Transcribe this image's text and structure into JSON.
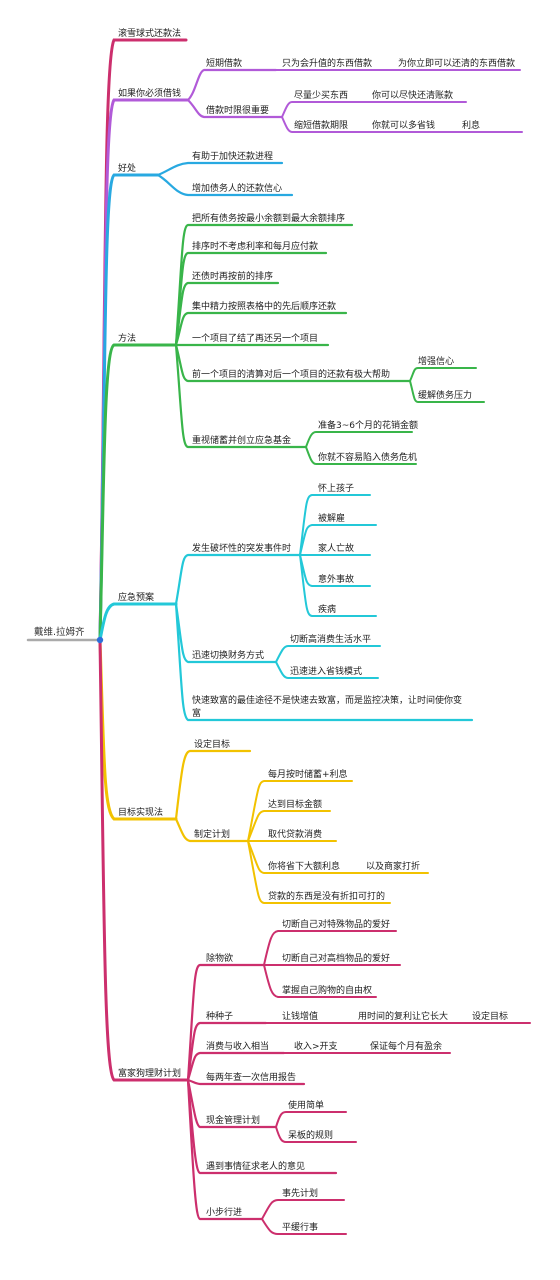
{
  "colors": {
    "root": "#aaaaaa",
    "magenta": "#cc2f6d",
    "purple": "#b15ad8",
    "blue": "#28a9e1",
    "green": "#39b54a",
    "cyan": "#23c8d8",
    "yellow": "#f2c200",
    "center_dot": "#2d6fd9"
  },
  "root": {
    "text": "戴维.拉姆齐"
  },
  "branches": {
    "b1": {
      "text": "滚雪球式还款法"
    },
    "b2": {
      "text": "如果你必须借钱",
      "c1": {
        "text": "短期借款",
        "c1": {
          "text": "只为会升值的东西借款",
          "c1": {
            "text": "为你立即可以还清的东西借款"
          }
        }
      },
      "c2": {
        "text": "借款时限很重要",
        "c1": {
          "text": "尽量少买东西",
          "c1": {
            "text": "你可以尽快还清账款"
          }
        },
        "c2": {
          "text": "缩短借款期限",
          "c1": {
            "text": "你就可以多省钱",
            "c1": {
              "text": "利息"
            }
          }
        }
      }
    },
    "b3": {
      "text": "好处",
      "c1": {
        "text": "有助于加快还款进程"
      },
      "c2": {
        "text": "增加债务人的还款信心"
      }
    },
    "b4": {
      "text": "方法",
      "c1": {
        "text": "把所有债务按最小余额到最大余额排序"
      },
      "c2": {
        "text": "排序时不考虑利率和每月应付款"
      },
      "c3": {
        "text": "还债时再按前的排序"
      },
      "c4": {
        "text": "集中精力按照表格中的先后顺序还款"
      },
      "c5": {
        "text": "一个项目了结了再还另一个项目"
      },
      "c6": {
        "text": "前一个项目的清算对后一个项目的还款有极大帮助",
        "c1": {
          "text": "增强信心"
        },
        "c2": {
          "text": "缓解债务压力"
        }
      },
      "c7": {
        "text": "重视储蓄并创立应急基金",
        "c1": {
          "text": "准备3~6个月的花销金额"
        },
        "c2": {
          "text": "你就不容易陷入债务危机"
        }
      }
    },
    "b5": {
      "text": "应急预案",
      "c1": {
        "text": "发生破坏性的突发事件时",
        "c1": {
          "text": "怀上孩子"
        },
        "c2": {
          "text": "被解雇"
        },
        "c3": {
          "text": "家人亡故"
        },
        "c4": {
          "text": "意外事故"
        },
        "c5": {
          "text": "疾病"
        }
      },
      "c2": {
        "text": "迅速切换财务方式",
        "c1": {
          "text": "切断高消费生活水平"
        },
        "c2": {
          "text": "迅速进入省钱模式"
        }
      },
      "c3": {
        "line1": "快速致富的最佳途径不是快速去致富，而是监控决策，让时间使你变",
        "line2": "富"
      }
    },
    "b6": {
      "text": "目标实现法",
      "c1": {
        "text": "设定目标"
      },
      "c2": {
        "text": "制定计划",
        "c1": {
          "text": "每月按时储蓄+利息"
        },
        "c2": {
          "text": "达到目标金额"
        },
        "c3": {
          "text": "取代贷款消费"
        },
        "c4": {
          "text": "你将省下大额利息",
          "c1": {
            "text": "以及商家打折"
          }
        },
        "c5": {
          "text": "贷款的东西是没有折扣可打的"
        }
      }
    },
    "b7": {
      "text": "富家狗理财计划",
      "c1": {
        "text": "除物欲",
        "c1": {
          "text": "切断自己对特殊物品的爱好"
        },
        "c2": {
          "text": "切断自己对高档物品的爱好"
        },
        "c3": {
          "text": "掌握自己购物的自由权"
        }
      },
      "c2": {
        "text": "种种子",
        "c1": {
          "text": "让钱增值",
          "c1": {
            "text": "用时间的复利让它长大",
            "c1": {
              "text": "设定目标"
            }
          }
        }
      },
      "c3": {
        "text": "消费与收入相当",
        "c1": {
          "text": "收入>开支",
          "c1": {
            "text": "保证每个月有盈余"
          }
        }
      },
      "c4": {
        "text": "每两年查一次信用报告"
      },
      "c5": {
        "text": "现金管理计划",
        "c1": {
          "text": "使用简单"
        },
        "c2": {
          "text": "呆板的规则"
        }
      },
      "c6": {
        "text": "遇到事情征求老人的意见"
      },
      "c7": {
        "text": "小步行进",
        "c1": {
          "text": "事先计划"
        },
        "c2": {
          "text": "平缓行事"
        }
      }
    }
  }
}
